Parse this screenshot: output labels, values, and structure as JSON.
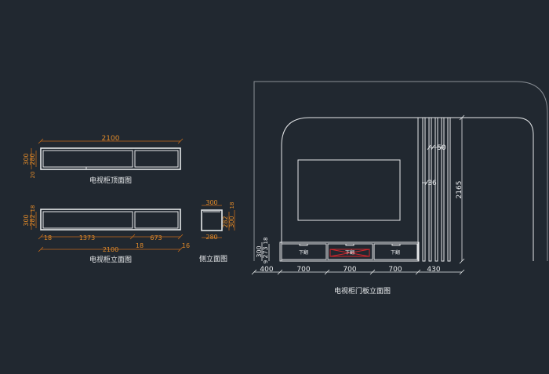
{
  "top_view": {
    "caption": "电视柜顶面图",
    "dim_total": "2100",
    "dim_depth": "300",
    "dim_inner": "280",
    "dim_bottom": "20"
  },
  "front_view": {
    "caption": "电视柜立面图",
    "dim_height": "300",
    "dim_inner_height": "282",
    "dim_top_thk": "18",
    "dim_left_thk": "18",
    "dim_left_width": "1373",
    "dim_right_width": "673",
    "dim_total": "2100",
    "dim_mid_thk": "18",
    "dim_right_thk": "16"
  },
  "side_view": {
    "caption": "侧立面图",
    "dim_top": "300",
    "dim_bottom": "280",
    "dim_h1": "282",
    "dim_h2": "300",
    "dim_thk": "18"
  },
  "elevation": {
    "caption": "电视柜门板立面图",
    "drawer_label": "下翻",
    "dim_wall_height": "2165",
    "dim_slat_width": "50",
    "dim_slat_gap": "36",
    "dim_cab_height": "300",
    "dim_inner": "273",
    "dim_top_thk": "18",
    "dim_gap_left": "9",
    "dim_left": "400",
    "dim_d1": "700",
    "dim_d2": "700",
    "dim_d3": "700",
    "dim_right": "430"
  }
}
